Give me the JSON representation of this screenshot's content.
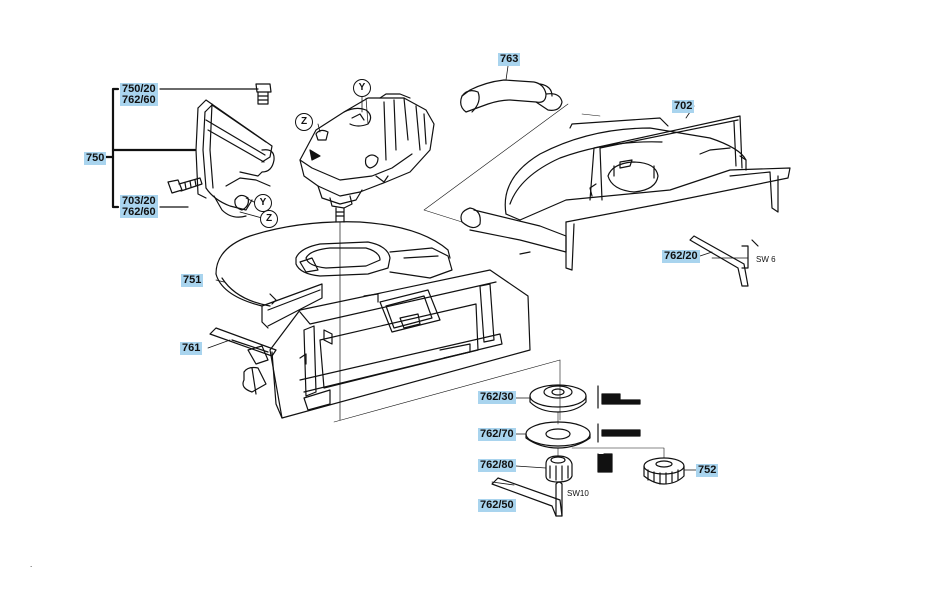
{
  "labels": {
    "p750": "750",
    "p750_20": "750/20",
    "p762_60a": "762/60",
    "p703_20": "703/20",
    "p762_60b": "762/60",
    "p751": "751",
    "p761": "761",
    "p763": "763",
    "p702": "702",
    "p762_20": "762/20",
    "p762_30": "762/30",
    "p762_70": "762/70",
    "p762_80": "762/80",
    "p762_50": "762/50",
    "p752": "752"
  },
  "markers": {
    "y1": "Y",
    "z1": "Z",
    "y2": "Y",
    "z2": "Z"
  },
  "notes": {
    "sw6": "SW 6",
    "sw10": "SW10",
    "dot": "."
  }
}
